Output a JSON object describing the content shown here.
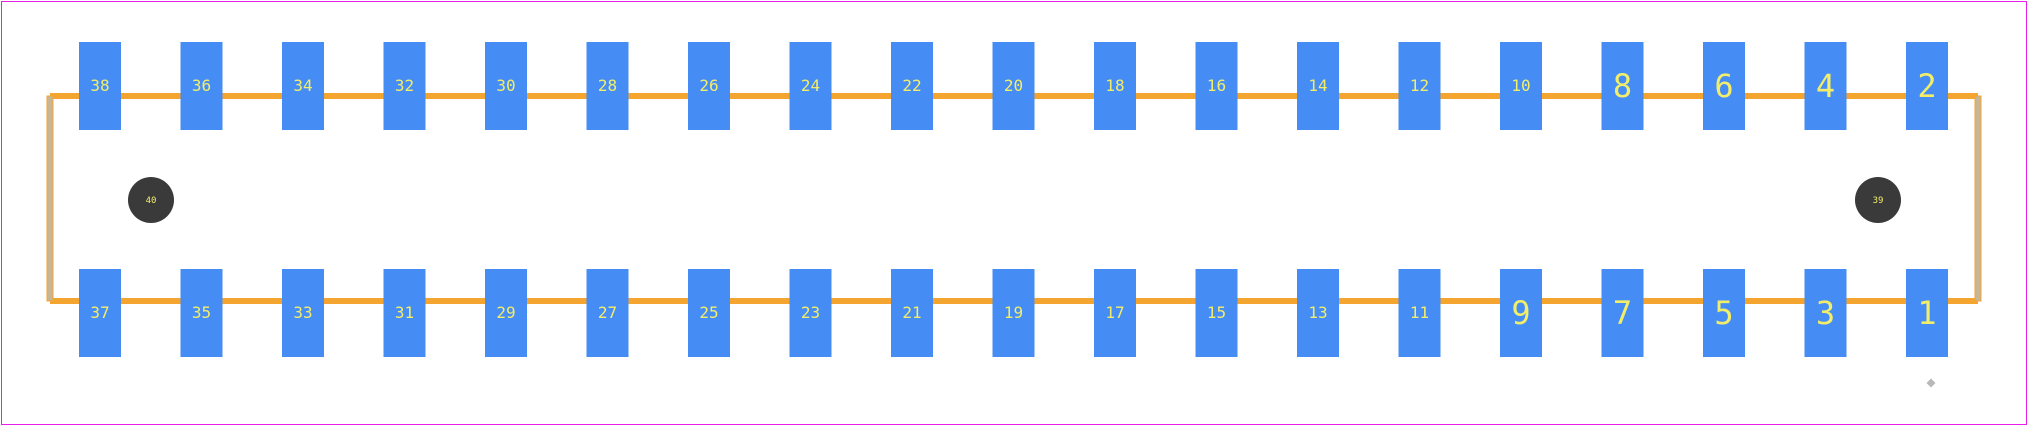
{
  "colors": {
    "background": "#ffffff",
    "border": "#e81fe8",
    "pad": "#468cf5",
    "outline": "#f4a530",
    "outline_edge": "#c9b493",
    "hole": "#3a3a3a",
    "label": "#f2ee6a",
    "marker": "#b8b8b8"
  },
  "top_row": [
    "38",
    "36",
    "34",
    "32",
    "30",
    "28",
    "26",
    "24",
    "22",
    "20",
    "18",
    "16",
    "14",
    "12",
    "10",
    "8",
    "6",
    "4",
    "2"
  ],
  "bottom_row": [
    "37",
    "35",
    "33",
    "31",
    "29",
    "27",
    "25",
    "23",
    "21",
    "19",
    "17",
    "15",
    "13",
    "11",
    "9",
    "7",
    "5",
    "3",
    "1"
  ],
  "holes": [
    {
      "label": "40",
      "side": "left"
    },
    {
      "label": "39",
      "side": "right"
    }
  ],
  "pin1_marker": {
    "shape": "diamond"
  }
}
